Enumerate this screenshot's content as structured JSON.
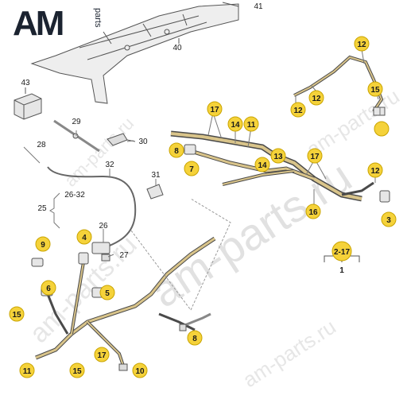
{
  "logo": {
    "main": "AM",
    "sub": "parts"
  },
  "watermarks": [
    "am-parts.ru",
    "am-parts.ru",
    "am-parts.ru",
    "am-parts.ru",
    "am-parts.ru"
  ],
  "colors": {
    "callout_fill": "#f5d23a",
    "callout_stroke": "#c9a400",
    "wire": "#4a4a4a",
    "wire_fill": "#d9c48a",
    "line": "#777777"
  },
  "callouts": {
    "c12a": "12",
    "c12b": "12",
    "c12c": "12",
    "c12d": "12",
    "c15a": "15",
    "c16": "16",
    "c17a": "17",
    "c17b": "17",
    "c14a": "14",
    "c11a": "11",
    "c13": "13",
    "c14b": "14",
    "c8a": "8",
    "c7": "7",
    "c3": "3",
    "c217": "2-17",
    "c1": "1",
    "c9": "9",
    "c4": "4",
    "c6": "6",
    "c5": "5",
    "c15b": "15",
    "c8b": "8",
    "c11b": "11",
    "c15c": "15",
    "c17c": "17",
    "c10": "10"
  },
  "plain_labels": {
    "l41": "41",
    "l40": "40",
    "l43": "43",
    "l29": "29",
    "l30": "30",
    "l28": "28",
    "l32": "32",
    "l31": "31",
    "l2632": "26-32",
    "l25": "25",
    "l26": "26",
    "l27": "27"
  }
}
